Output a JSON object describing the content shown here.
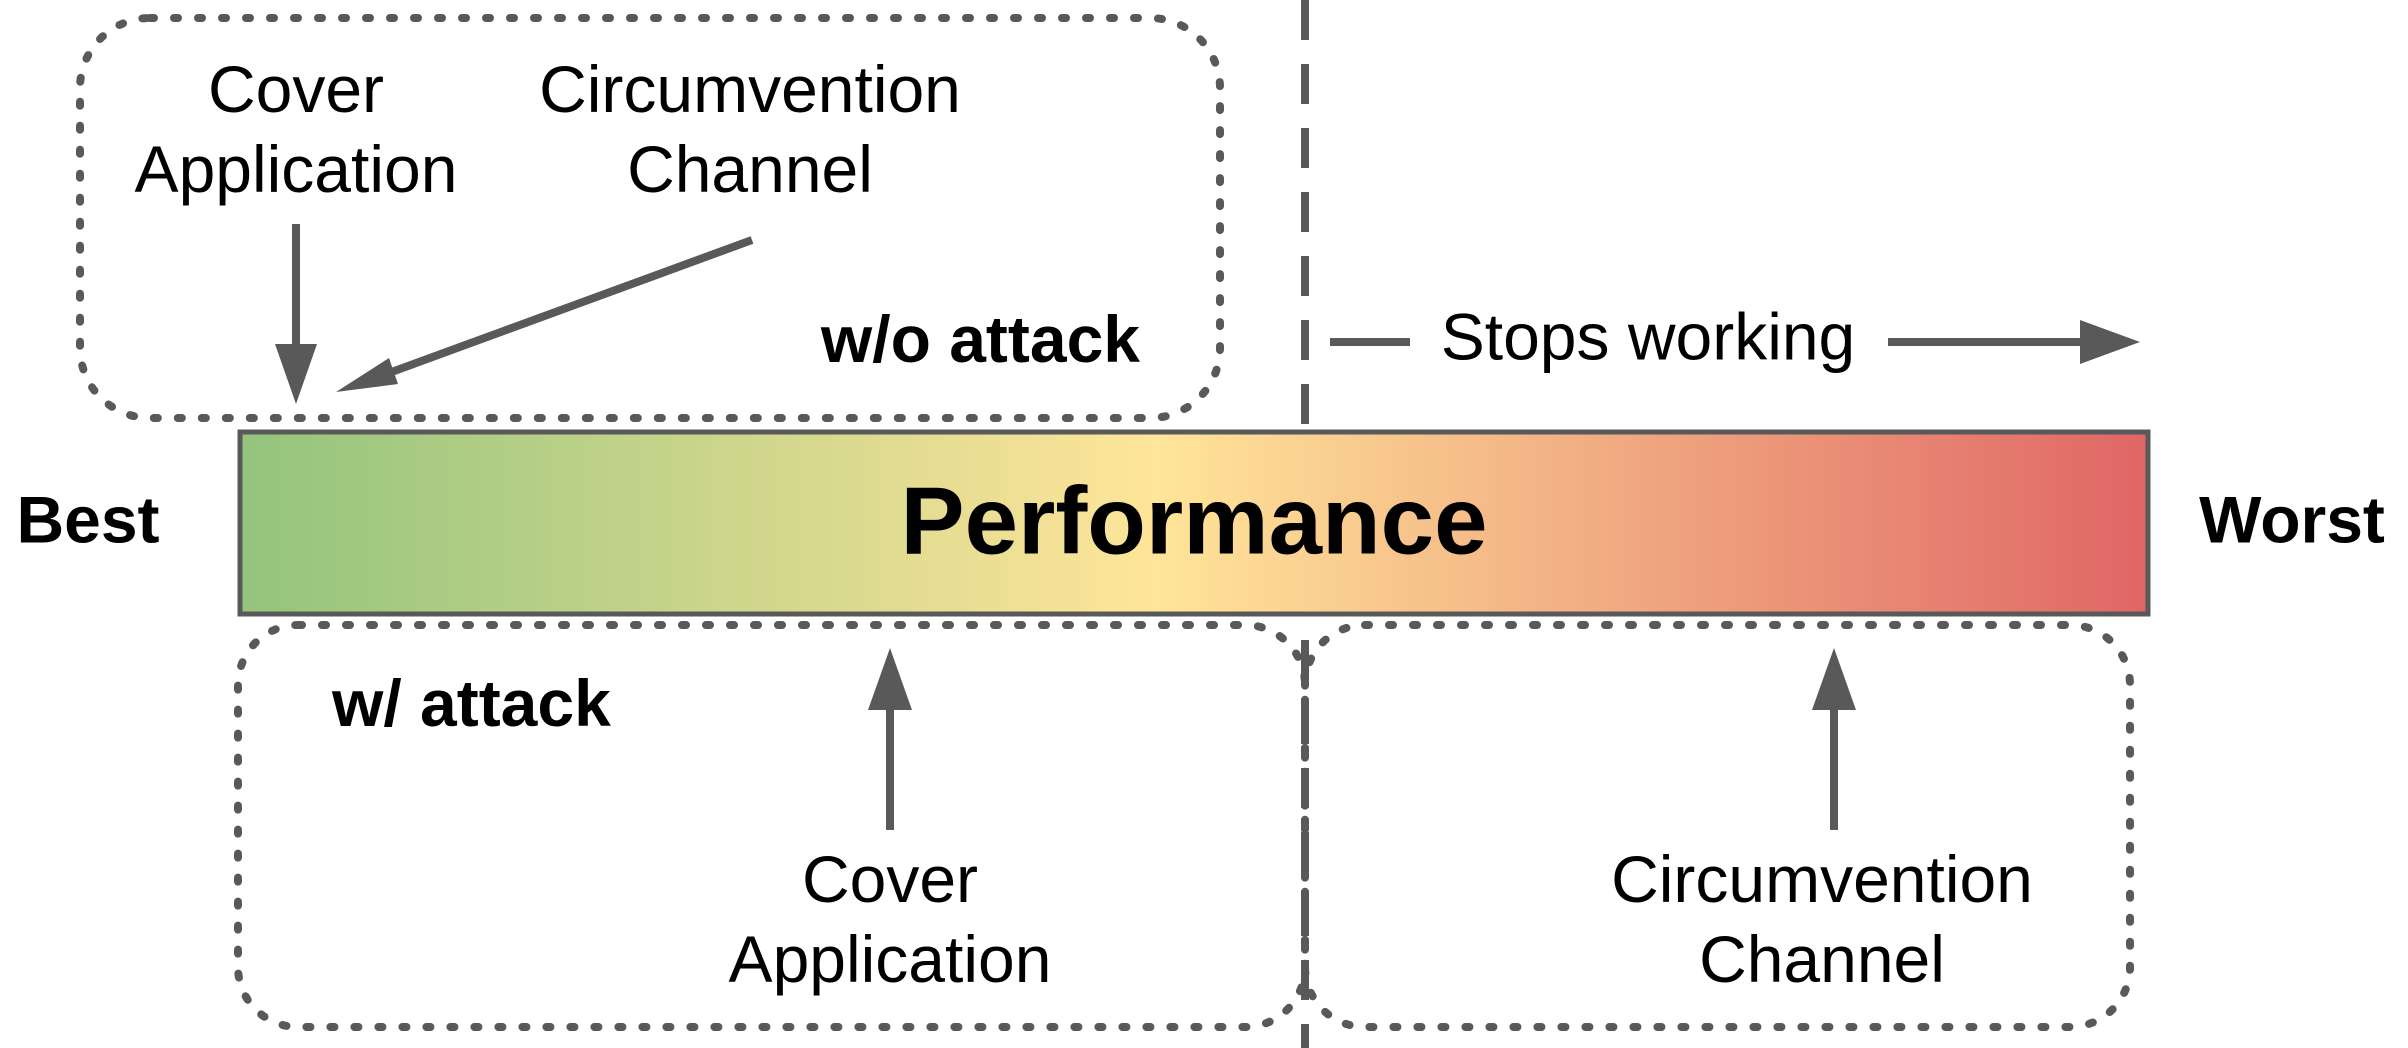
{
  "colors": {
    "arrow": "#595959",
    "bar_border": "#595959",
    "gradient_start": "#93c47d",
    "gradient_mid": "#ffe599",
    "gradient_end": "#e06666"
  },
  "bar": {
    "label": "Performance",
    "left_label": "Best",
    "right_label": "Worst"
  },
  "without_attack": {
    "title": "w/o attack",
    "cover_line1": "Cover",
    "cover_line2": "Application",
    "channel_line1": "Circumvention",
    "channel_line2": "Channel"
  },
  "with_attack": {
    "title": "w/ attack",
    "cover_line1": "Cover",
    "cover_line2": "Application",
    "channel_line1": "Circumvention",
    "channel_line2": "Channel"
  },
  "stops_working": "Stops working"
}
